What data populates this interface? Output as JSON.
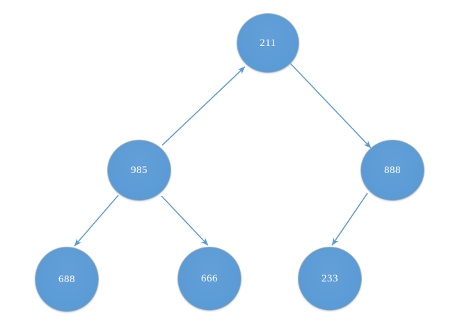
{
  "diagram": {
    "kind": "binary-tree",
    "background_color": "#ffffff",
    "node_fill_color": "#5b9bd5",
    "node_border_color": "#a9b3bb",
    "node_text_color": "#ffffff",
    "arrow_color": "#5b9bd5",
    "nodes": [
      {
        "id": "root",
        "label": "211",
        "level": 0,
        "position": "top-center"
      },
      {
        "id": "left",
        "label": "985",
        "level": 1,
        "position": "middle-left"
      },
      {
        "id": "right",
        "label": "888",
        "level": 1,
        "position": "middle-right"
      },
      {
        "id": "left-left",
        "label": "688",
        "level": 2,
        "position": "bottom-left"
      },
      {
        "id": "left-right",
        "label": "666",
        "level": 2,
        "position": "bottom-middle"
      },
      {
        "id": "right-left",
        "label": "233",
        "level": 2,
        "position": "bottom-right"
      }
    ],
    "edges": [
      {
        "from": "985",
        "to": "211",
        "arrow_points_to": "211",
        "direction": "up"
      },
      {
        "from": "211",
        "to": "888",
        "arrow_points_to": "888",
        "direction": "down"
      },
      {
        "from": "985",
        "to": "688",
        "arrow_points_to": "688",
        "direction": "down"
      },
      {
        "from": "985",
        "to": "666",
        "arrow_points_to": "666",
        "direction": "down"
      },
      {
        "from": "888",
        "to": "233",
        "arrow_points_to": "233",
        "direction": "down"
      }
    ]
  }
}
